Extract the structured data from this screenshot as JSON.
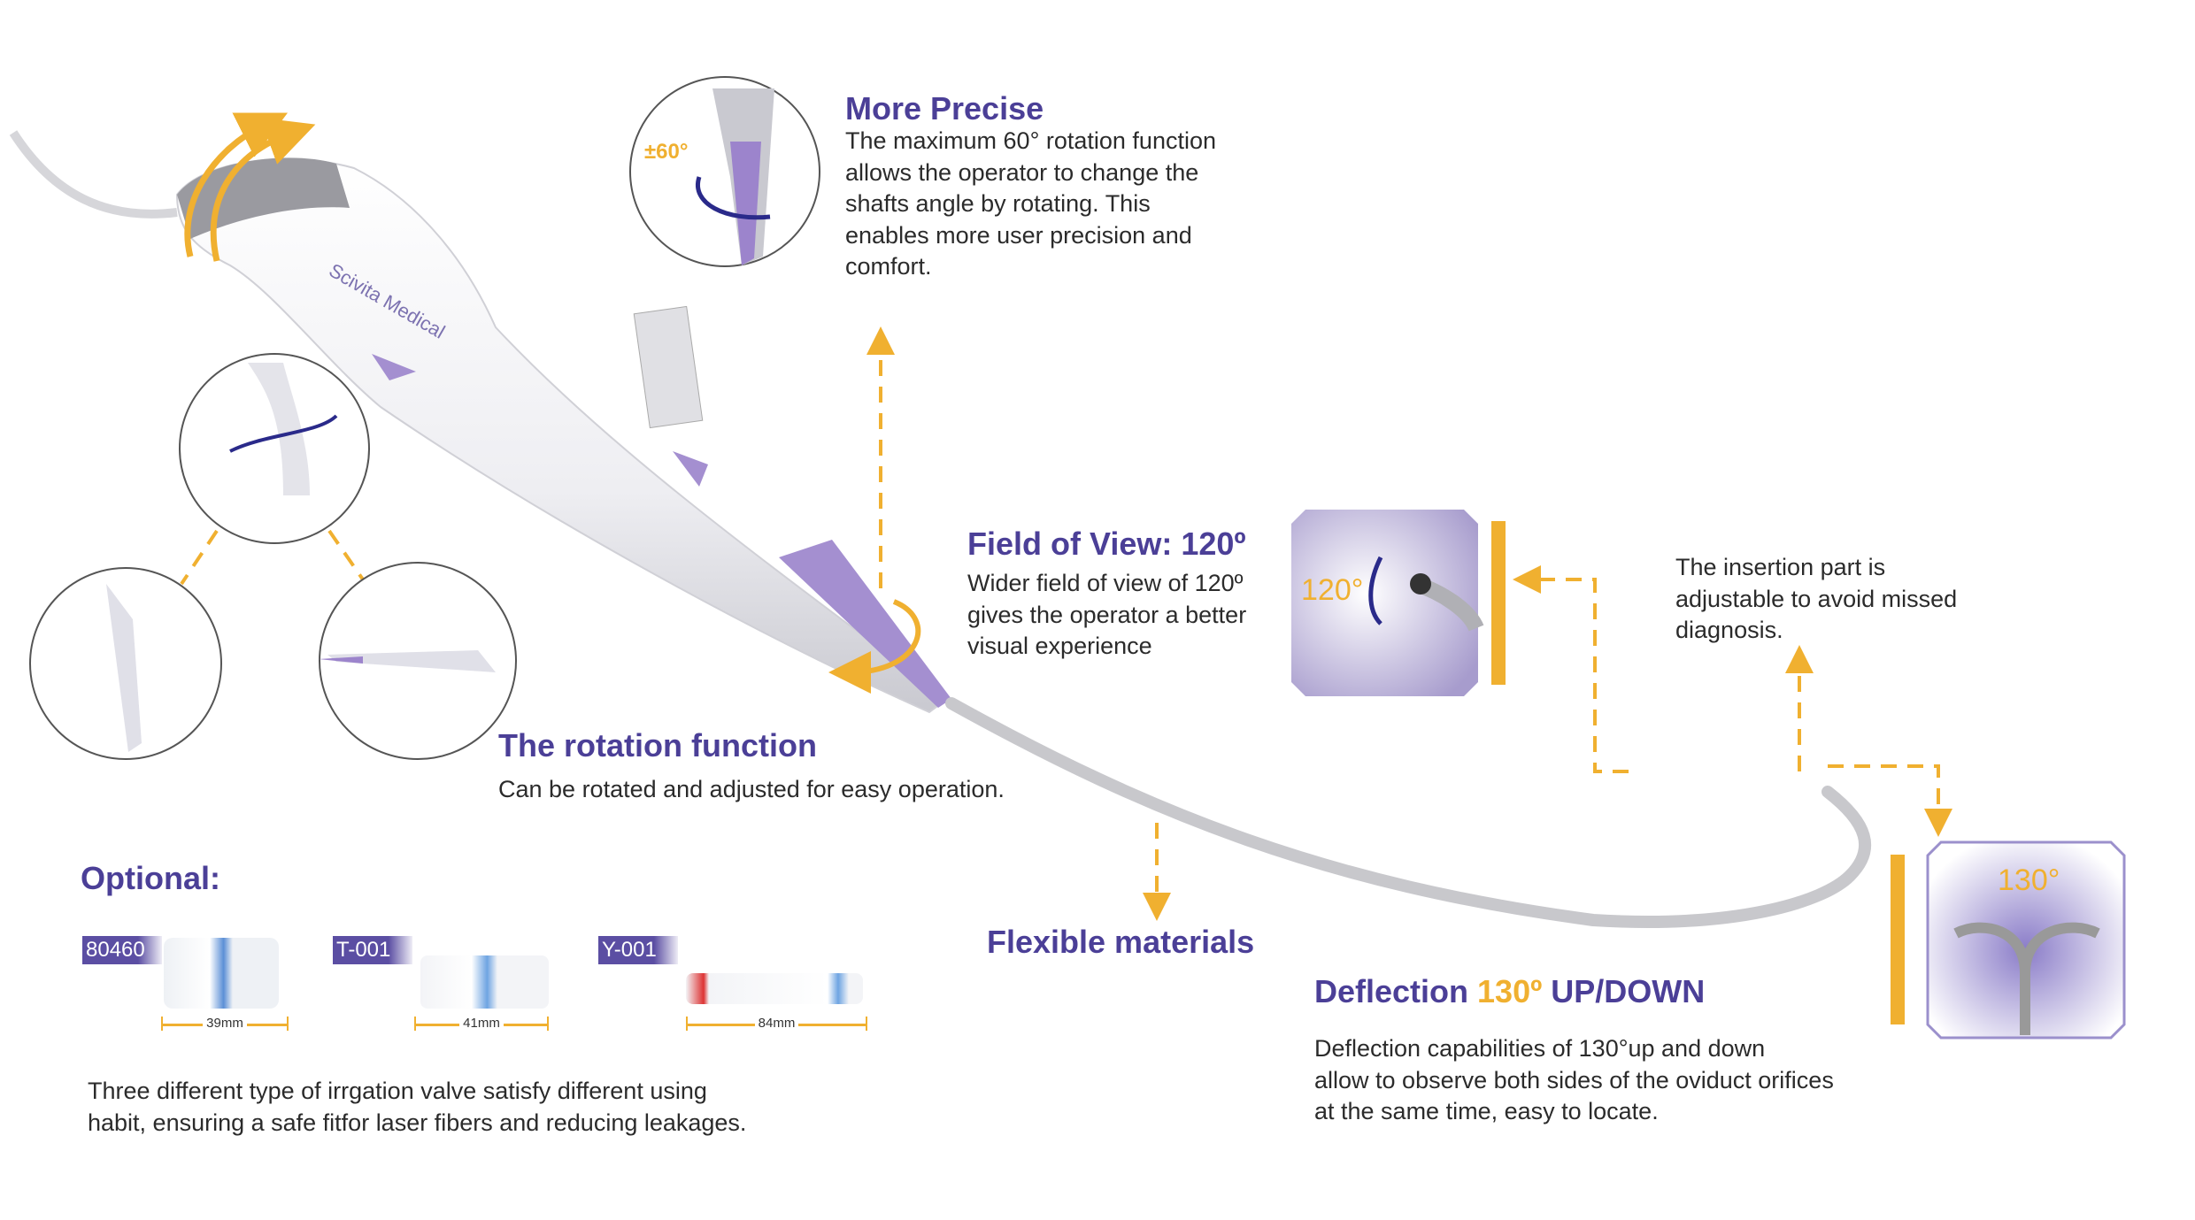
{
  "precise": {
    "title": "More Precise",
    "angle": "±60°",
    "lines": [
      "The maximum 60° rotation function",
      "allows the operator to change the",
      "shafts angle by rotating. This",
      "enables more user precision and",
      "comfort."
    ]
  },
  "fov": {
    "title": "Field of View: 120º",
    "angle": "120°",
    "lines": [
      "Wider field of view of 120º",
      "gives the operator a better",
      "visual experience"
    ]
  },
  "insertion": {
    "lines": [
      "The insertion part is",
      "adjustable to avoid missed",
      "diagnosis."
    ]
  },
  "rotation": {
    "title": "The rotation function",
    "subtitle": "Can be rotated and adjusted for easy operation."
  },
  "flexible": {
    "title": "Flexible materials"
  },
  "deflection": {
    "title_a": "Deflection ",
    "title_b": "130º",
    "title_c": " UP/DOWN",
    "angle": "130°",
    "lines": [
      "Deflection capabilities of 130°up and down",
      "allow to observe both sides of the oviduct orifices",
      "at the same time, easy to locate."
    ]
  },
  "optional": {
    "title": "Optional:",
    "valves": [
      {
        "code": "80460",
        "size": "39mm"
      },
      {
        "code": "T-001",
        "size": "41mm"
      },
      {
        "code": "Y-001",
        "size": "84mm"
      }
    ],
    "lines": [
      "Three different type of irrgation valve satisfy different using",
      "habit, ensuring a safe fitfor laser fibers and reducing leakages."
    ]
  },
  "brand": "Scivita Medical",
  "colors": {
    "accent": "#4b3f97",
    "orange": "#f0b030",
    "lavender": "#9b86c9"
  }
}
